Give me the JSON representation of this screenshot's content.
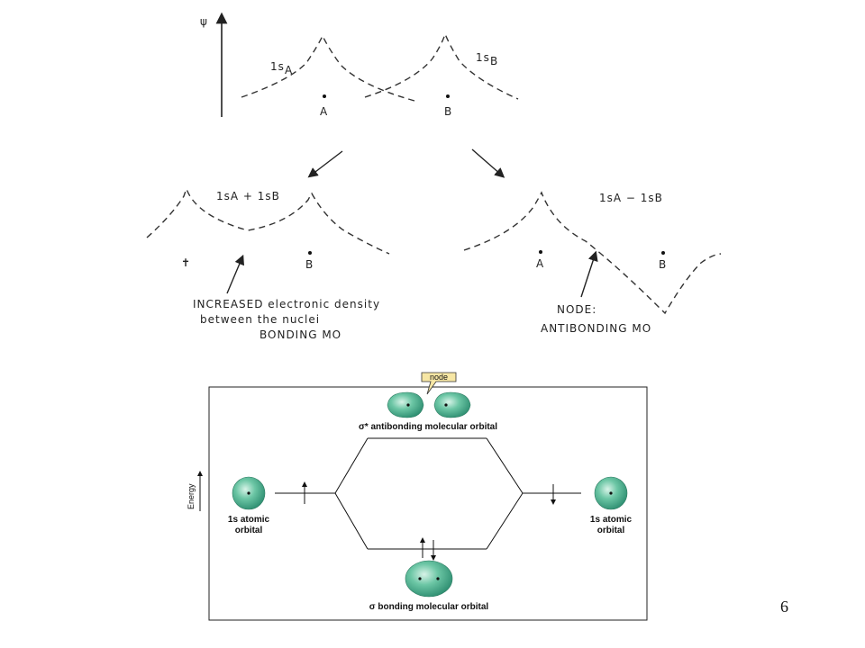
{
  "sketch": {
    "psi_label": "ψ",
    "top_left_orbital": "1s",
    "top_left_sub": "A",
    "top_right_orbital": "1s",
    "top_right_sub": "B",
    "nucleus_a": "A",
    "nucleus_b": "B",
    "sum_label": "1sA + 1sB",
    "diff_label": "1sA − 1sB",
    "bonding_note_line1": "INCREASED electronic density",
    "bonding_note_line2": "between the nuclei",
    "bonding_note_line3": "BONDING MO",
    "antibonding_note_line1": "NODE:",
    "antibonding_note_line2": "ANTIBONDING MO"
  },
  "mo_diagram": {
    "node_label": "node",
    "antibonding_label": "σ* antibonding molecular orbital",
    "bonding_label": "σ bonding molecular orbital",
    "energy_label": "Energy",
    "left_atomic_line1": "1s atomic",
    "left_atomic_line2": "orbital",
    "right_atomic_line1": "1s atomic",
    "right_atomic_line2": "orbital",
    "orbital_color": "#5fbf9e"
  },
  "page_number": "6"
}
